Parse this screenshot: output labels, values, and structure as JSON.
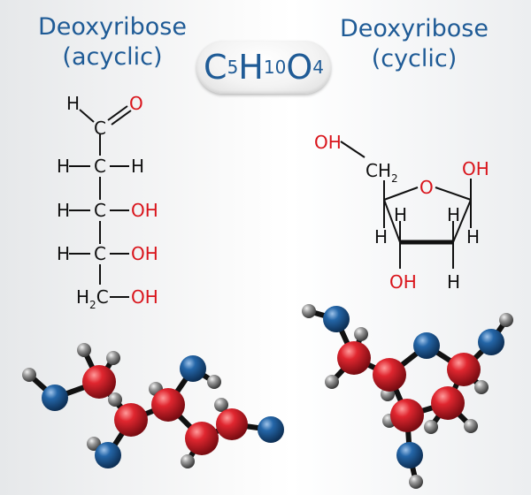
{
  "left_title": {
    "line1": "Deoxyribose",
    "line2": "(acyclic)"
  },
  "right_title": {
    "line1": "Deoxyribose",
    "line2": "(cyclic)"
  },
  "formula": {
    "c": "C",
    "c_count": "5",
    "h": "H",
    "h_count": "10",
    "o": "O",
    "o_count": "4"
  },
  "acyclic": {
    "aldehyde_h": "H",
    "aldehyde_o": "O",
    "c1": "C",
    "c2": "C",
    "c2_h_left": "H",
    "c2_h_right": "H",
    "c3": "C",
    "c3_h": "H",
    "c3_oh": "OH",
    "c4": "C",
    "c4_h": "H",
    "c4_oh": "OH",
    "c5_h": "H",
    "c5_h_count": "2",
    "c5": "C",
    "c5_oh": "OH"
  },
  "cyclic": {
    "oh_top": "OH",
    "ch2_c": "CH",
    "ch2_count": "2",
    "ring_o": "O",
    "c1_oh": "OH",
    "h_a": "H",
    "h_b": "H",
    "h_c": "H",
    "h_d": "H",
    "oh_bottom": "OH",
    "h_bottom": "H"
  },
  "colors": {
    "title": "#1f5b96",
    "carbon_ball": "#d41d2a",
    "oxygen_ball": "#1f5b96",
    "hydrogen_ball": "#888888",
    "oxygen_label": "#d9141b"
  }
}
